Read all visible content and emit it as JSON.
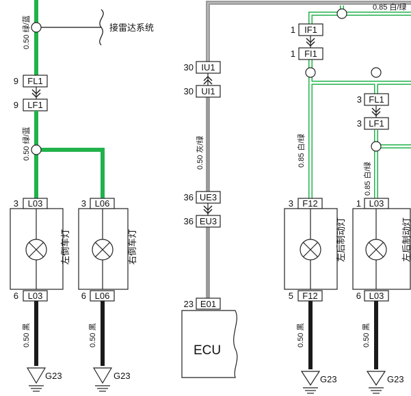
{
  "colors": {
    "green": "#21b24b",
    "gray": "#9a9a9a",
    "black": "#1a1a1a",
    "white_green_stripe": "#1a9b3c",
    "outline": "#222222",
    "background": "#ffffff"
  },
  "left": {
    "wire_top_label": "0.50 绿/蓝",
    "radar_label": "接雷达系统",
    "connector_fl1": {
      "pin": "9",
      "name": "FL1"
    },
    "connector_lf1": {
      "pin": "9",
      "name": "LF1"
    },
    "wire_mid_label": "0.50 绿/蓝",
    "lamp1": {
      "top_pin": "3",
      "top_name": "L03",
      "label": "左倒车灯",
      "bottom_pin": "6",
      "bottom_name": "L03"
    },
    "lamp2": {
      "top_pin": "3",
      "top_name": "L06",
      "label": "右倒车灯",
      "bottom_pin": "6",
      "bottom_name": "L06"
    },
    "ground_wire1_label": "0.50 黑",
    "ground_wire2_label": "0.50 黑",
    "ground1": "G23",
    "ground2": "G23"
  },
  "middle": {
    "connector_iu1": {
      "pin": "30",
      "name": "IU1"
    },
    "connector_ui1": {
      "pin": "30",
      "name": "UI1"
    },
    "wire_label": "0.50 灰/绿",
    "connector_ue3": {
      "pin": "36",
      "name": "UE3"
    },
    "connector_eu3": {
      "pin": "36",
      "name": "EU3"
    },
    "connector_e01": {
      "pin": "23",
      "name": "E01"
    },
    "ecu_label": "ECU"
  },
  "right": {
    "top_wire_label": "0.85 白/绿",
    "connector_if1": {
      "pin": "1",
      "name": "IF1"
    },
    "connector_fi1": {
      "pin": "1",
      "name": "FI1"
    },
    "connector_fl1": {
      "pin": "3",
      "name": "FL1"
    },
    "connector_lf1": {
      "pin": "3",
      "name": "LF1"
    },
    "wire1_label": "0.85 白/绿",
    "wire2_label": "0.85 白/绿",
    "lamp1": {
      "top_pin": "3",
      "top_name": "F12",
      "label": "左后制动灯",
      "bottom_pin": "5",
      "bottom_name": "F12"
    },
    "lamp2": {
      "top_pin": "1",
      "top_name": "L03",
      "label": "左后制动灯",
      "bottom_pin": "6",
      "bottom_name": "L03"
    },
    "ground_wire1_label": "0.50 黑",
    "ground_wire2_label": "0.50 黑",
    "ground1": "G23",
    "ground2": "G23"
  }
}
